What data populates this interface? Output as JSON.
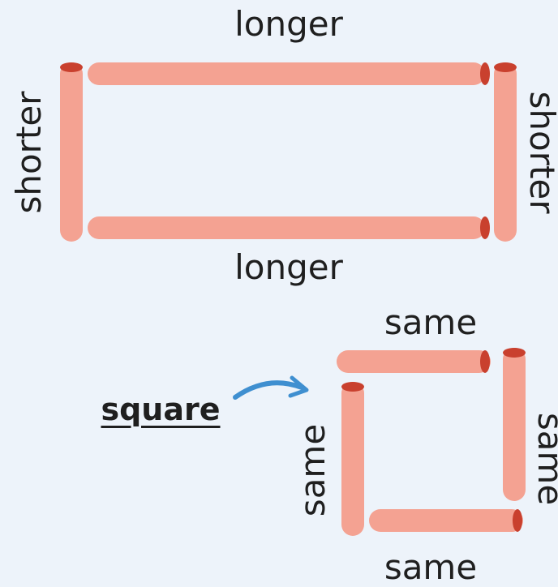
{
  "rectangle": {
    "top_label": "longer",
    "bottom_label": "longer",
    "left_label": "shorter",
    "right_label": "shorter"
  },
  "square": {
    "name_label": "square",
    "top_label": "same",
    "bottom_label": "same",
    "left_label": "same",
    "right_label": "same"
  },
  "colors": {
    "stick_body": "#f4a292",
    "stick_end": "#c9402e",
    "arrow": "#3f8fd0",
    "background": "#edf3fa",
    "text": "#1f1f1f"
  }
}
